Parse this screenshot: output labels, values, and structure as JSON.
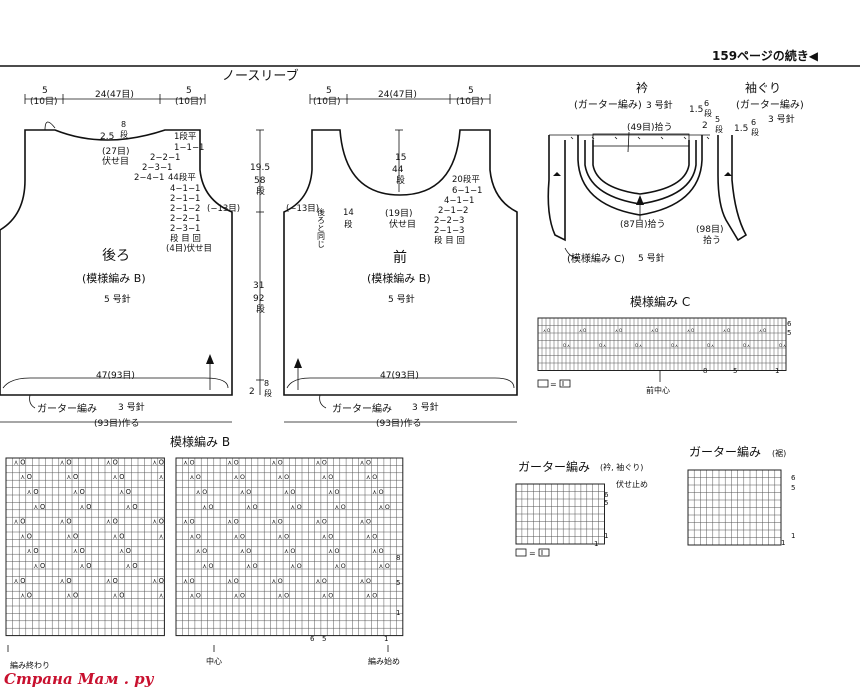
{
  "header": {
    "page_ref": "159ページの続き◀",
    "title": "ノースリーブ"
  },
  "back": {
    "label_shoulder_l": "5",
    "label_shoulder_l_sub": "(10目)",
    "label_neck": "24(47目)",
    "label_shoulder_r": "5",
    "label_shoulder_r_sub": "(10目)",
    "neck_25": "2.5",
    "neck_8": "8",
    "neck_8u": "段",
    "neck_27": "(27目)",
    "neck_fuse": "伏せ目",
    "dec": [
      "1段平",
      "1−1−1",
      "2−2−1",
      "2−3−1",
      "2−4−1"
    ],
    "arm": [
      "44段平",
      "4−1−1",
      "2−1−1",
      "2−1−2",
      "2−2−1",
      "2−3−1",
      "段 目 回",
      "(4目)伏せ目"
    ],
    "minus13": "(−13目)",
    "name": "後ろ",
    "pattern": "(模様編み B)",
    "needle": "5 号針",
    "bottom": "47(93目)",
    "garter": "ガーター編み",
    "garter_needle": "3 号針",
    "cast": "(93目)作る"
  },
  "side": {
    "h195": "19.5",
    "h58": "58",
    "h58u": "段",
    "h31": "31",
    "h92": "92",
    "h92u": "段",
    "h2": "2",
    "h8": "8",
    "h8u": "段"
  },
  "front": {
    "label_shoulder_l": "5",
    "label_shoulder_l_sub": "(10目)",
    "label_neck": "24(47目)",
    "label_shoulder_r": "5",
    "label_shoulder_r_sub": "(10目)",
    "depth15": "15",
    "depth44": "44",
    "depth44u": "段",
    "minus13": "(−13目)",
    "same": "後ろと同じ",
    "d14": "14",
    "d14u": "段",
    "center19": "(19目)",
    "center_fuse": "伏せ目",
    "dec": [
      "20段平",
      "6−1−1",
      "4−1−1",
      "2−1−2",
      "2−2−3",
      "2−1−3",
      "段 目 回"
    ],
    "name": "前",
    "pattern": "(模様編み B)",
    "needle": "5 号針",
    "bottom": "47(93目)",
    "garter": "ガーター編み",
    "garter_needle": "3 号針",
    "cast": "(93目)作る"
  },
  "collar": {
    "title": "衿",
    "sub": "(ガーター編み)",
    "needle": "3 号針",
    "pick49": "(49目)拾う",
    "pick87": "(87目)拾う",
    "n15": "1.5",
    "n6": "6",
    "n6u": "段",
    "n2": "2",
    "n5": "5",
    "n5u": "段",
    "patternC": "(模様編み C)",
    "patternC_needle": "5 号針"
  },
  "armhole": {
    "title": "袖ぐり",
    "sub": "(ガーター編み)",
    "needle": "3 号針",
    "n15": "1.5",
    "n6": "6",
    "n6u": "段",
    "pick98": "(98目)",
    "pick": "拾う"
  },
  "chartC": {
    "title": "模様編み C",
    "legend_eq": "=",
    "center": "前中心",
    "rows": [
      "6",
      "5"
    ],
    "cols": [
      "8",
      "5",
      "1"
    ]
  },
  "chartB": {
    "title": "模様編み B",
    "end": "編み終わり",
    "center": "中心",
    "start": "編み始め",
    "row8": "8",
    "row5": "5",
    "row1": "1",
    "c6": "6",
    "c5": "5",
    "c1": "1"
  },
  "garterA": {
    "title": "ガーター編み",
    "sub": "(衿, 袖ぐり)",
    "bind": "伏せ止め",
    "rows": [
      "6",
      "5",
      "1"
    ],
    "c1": "1",
    "legend_eq": "="
  },
  "garterB": {
    "title": "ガーター編み",
    "sub": "(裾)",
    "rows": [
      "6",
      "5",
      "1"
    ],
    "c1": "1"
  },
  "watermark": "Страна Мам . ру"
}
